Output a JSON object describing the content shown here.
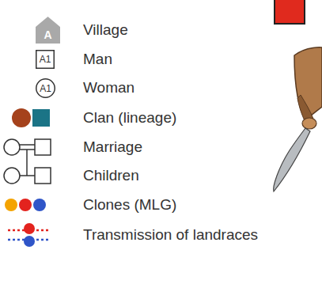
{
  "diagram": {
    "nodes": [
      {
        "text": [
          "A"
        ]
      },
      {
        "text": [
          "A1"
        ]
      },
      {
        "text": [
          "A1"
        ]
      }
    ],
    "legend": [
      {
        "text": "Village"
      },
      {
        "text": "Man"
      },
      {
        "text": "Woman"
      },
      {
        "text": "Clan (lineage)"
      },
      {
        "text": "Marriage"
      },
      {
        "text": "Children"
      },
      {
        "text": "Clones (MLG)"
      },
      {
        "text": "Transmission of landraces"
      }
    ]
  }
}
